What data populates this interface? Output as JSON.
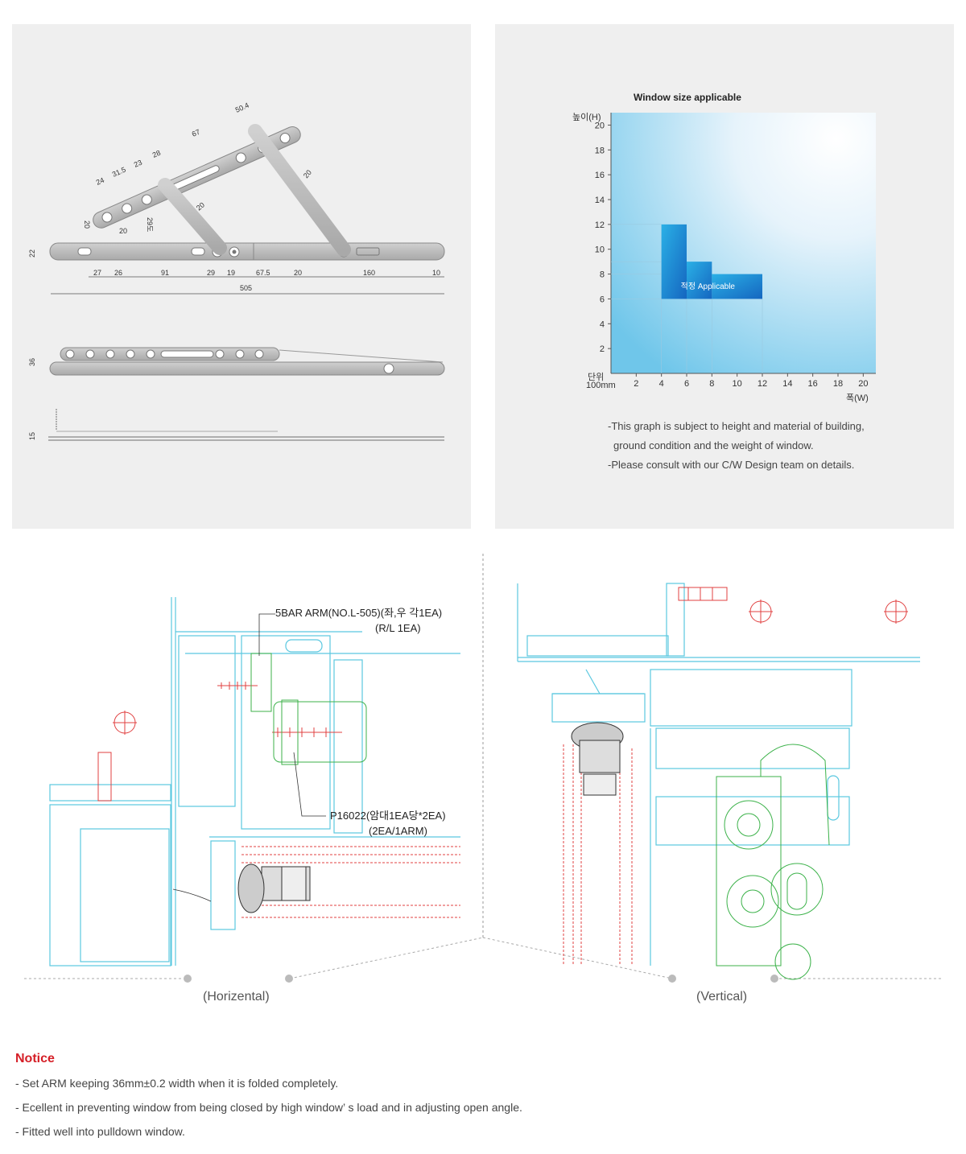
{
  "dimensions": {
    "top": [
      "24",
      "31.5",
      "23",
      "28",
      "67",
      "50.4",
      "20",
      "20",
      "29도",
      "20",
      "20"
    ],
    "bottom_row": [
      "27",
      "26",
      "91",
      "29",
      "19",
      "67.5",
      "20",
      "160",
      "10"
    ],
    "total": "505",
    "side_22": "22",
    "side_36": "36",
    "side_15": "15"
  },
  "chart": {
    "title": "Window size applicable",
    "ylabel": "높이(H)",
    "xlabel": "폭(W)",
    "unit_label": "단위",
    "unit_value": "100mm",
    "region_label": "적정 Applicable",
    "notes": [
      "-This graph is subject to height and material of building,",
      "ground condition and the weight of window.",
      "-Please consult with our C/W Design team on details."
    ]
  },
  "chart_data": {
    "type": "area",
    "x_ticks": [
      2,
      4,
      6,
      8,
      10,
      12,
      14,
      16,
      18,
      20
    ],
    "y_ticks": [
      2,
      4,
      6,
      8,
      10,
      12,
      14,
      16,
      18,
      20
    ],
    "xlim": [
      0,
      21
    ],
    "ylim": [
      0,
      21
    ],
    "region": [
      {
        "x": [
          4,
          6
        ],
        "y": [
          6,
          12
        ]
      },
      {
        "x": [
          6,
          8
        ],
        "y": [
          6,
          9
        ]
      },
      {
        "x": [
          8,
          12
        ],
        "y": [
          6,
          8
        ]
      }
    ],
    "colors": {
      "region_top": "#2ab0e6",
      "region_bottom": "#1566c0",
      "bg": "#d8ecf8"
    }
  },
  "sections": {
    "callout1_line1": "5BAR ARM(NO.L-505)(좌,우 각1EA)",
    "callout1_line2": "(R/L 1EA)",
    "callout2_line1": "P16022(암대1EA당*2EA)",
    "callout2_line2": "(2EA/1ARM)",
    "caption_left": "(Horizental)",
    "caption_right": "(Vertical)"
  },
  "notice": {
    "title": "Notice",
    "items": [
      "- Set ARM keeping 36mm±0.2 width when it is folded completely.",
      "- Ecellent in preventing window from being closed by high window’ s load and in adjusting open angle.",
      "- Fitted well into pulldown window."
    ]
  }
}
